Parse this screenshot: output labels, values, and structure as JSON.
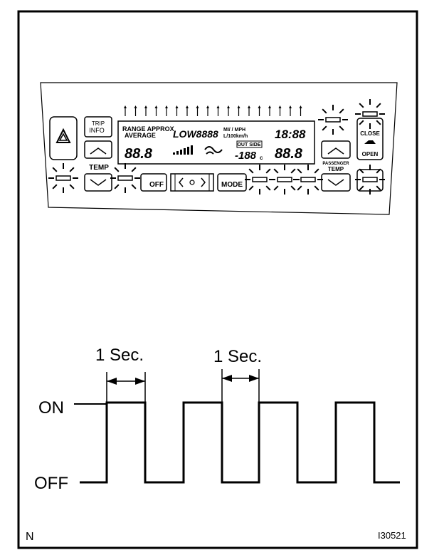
{
  "panel": {
    "hazard_label": "",
    "trip_info": [
      "TRIP",
      "INFO"
    ],
    "range_approx": "RANGE APPROX",
    "average": "AVERAGE",
    "low_display": "LOW8888",
    "units_top": "MI/ / MPH",
    "units_bottom": "L/100km/h",
    "clock": "18:88",
    "driver_temp": "88.8",
    "passenger_temp": "88.8",
    "outside_label": "OUT SIDE",
    "outside_temp": "-188",
    "outside_unit": "c",
    "temp_label": "TEMP",
    "off_label": "OFF",
    "mode_label": "MODE",
    "close_label": "CLOSE",
    "open_label": "OPEN",
    "passenger_label": "PASSENGER",
    "passenger_temp_label": "TEMP"
  },
  "signal": {
    "on_label": "ON",
    "off_label": "OFF",
    "period_label_1": "1 Sec.",
    "period_label_2": "1 Sec.",
    "states": [
      0,
      1,
      0,
      1,
      0,
      1,
      0,
      1,
      0
    ]
  },
  "footer": {
    "left_code": "N",
    "figure_id": "I30521"
  }
}
